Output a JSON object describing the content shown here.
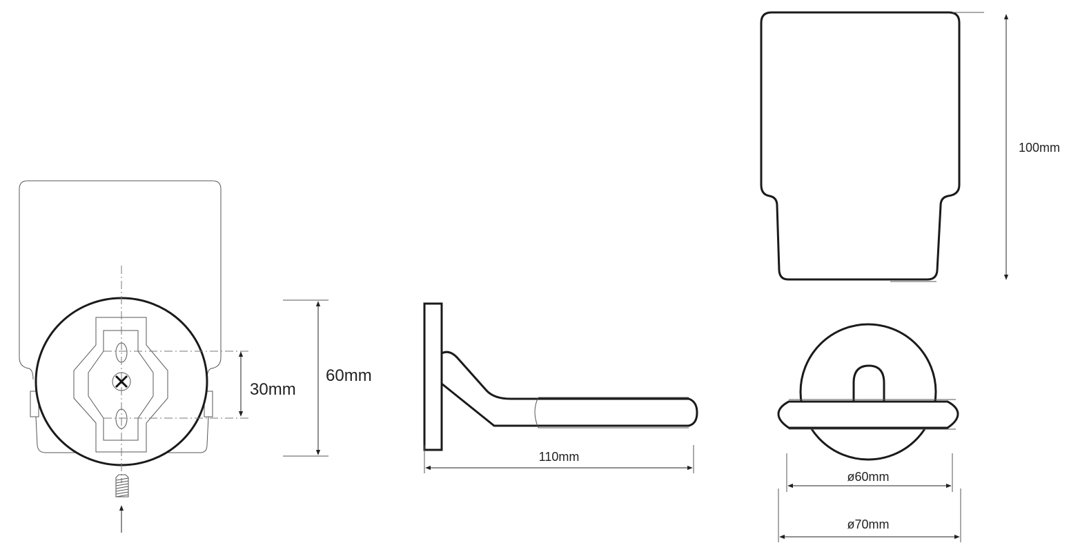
{
  "dimensions": {
    "mount_spacing": "30mm",
    "plate_height": "60mm",
    "depth": "110mm",
    "glass_height": "100mm",
    "plate_diameter": "ø60mm",
    "ring_diameter": "ø70mm"
  }
}
